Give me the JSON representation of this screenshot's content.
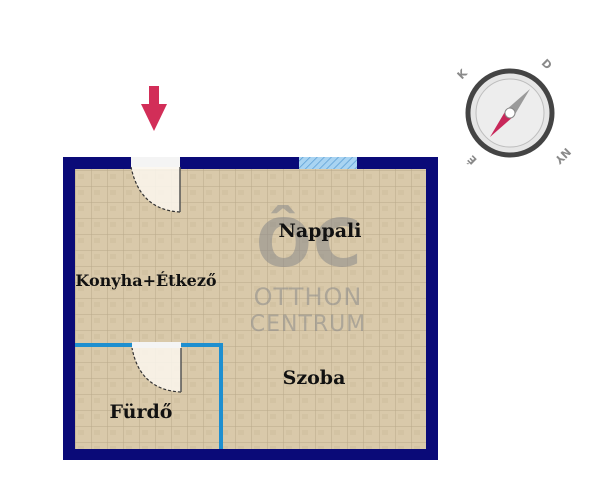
{
  "rooms": {
    "kitchen": "Konyha+Étkező",
    "living": "Nappali",
    "room": "Szoba",
    "bathroom": "Fürdő"
  },
  "watermark": {
    "logo": "ÔC",
    "line1": "OTTHON",
    "line2": "CENTRUM"
  },
  "compass": {
    "north": "É",
    "east": "K",
    "south": "D",
    "west": "NY",
    "needle_color": "#c8285a"
  },
  "entrance_arrow": {
    "icon": "arrow-down-icon",
    "color": "#d22e58"
  },
  "colors": {
    "outer_wall": "#0a0a78",
    "inner_wall": "#1e8fd0",
    "floor": "#d8c8a8",
    "window": "#8ec3ea"
  }
}
